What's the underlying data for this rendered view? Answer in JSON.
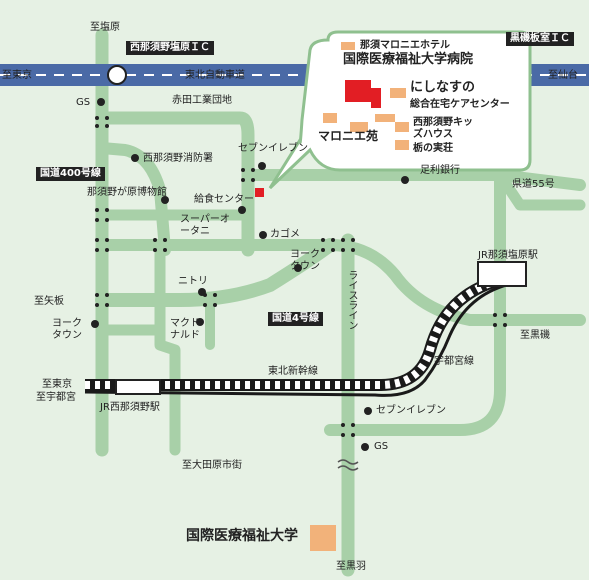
{
  "directions": {
    "north_shiobara": "至塩原",
    "west_tokyo_top": "至東京",
    "east_sendai": "至仙台",
    "west_yaita": "至矢板",
    "east_kuroiso": "至黒磯",
    "west_tokyo_bottom": "至東京",
    "west_utsunomiya": "至宇都宮",
    "south_otawara": "至大田原市街",
    "south_kurobane": "至黒羽"
  },
  "highways": {
    "ic_nishinasuno": "西那須野塩原ＩＣ",
    "ic_kuroiso": "黒磯板室ＩＣ",
    "tohoku_expressway": "東北自動車道"
  },
  "roads": {
    "route400": "国道400号線",
    "route4": "国道4号線",
    "pref55": "県道55号",
    "rice_line": "ライスライン"
  },
  "rail": {
    "shinkansen": "東北新幹線",
    "utsunomiya_line": "宇都宮線",
    "station_nasushiobara": "JR那須塩原駅",
    "station_nishinasuno": "JR西那須野駅"
  },
  "places": {
    "gs_top": "GS",
    "akada_industrial": "赤田工業団地",
    "fire_station": "西那須野消防署",
    "museum": "那須野が原博物館",
    "food_center": "給食センター",
    "seven_top": "セブンイレブン",
    "ashikaga_bank": "足利銀行",
    "supermarket_otani": "スーパーオータニ",
    "kagome": "カゴメ",
    "yorktown_mid": "ヨークタウン",
    "nitori": "ニトリ",
    "yorktown_left": "ヨークタウン",
    "mcdonalds": "マクドナルド",
    "seven_bottom": "セブンイレブン",
    "gs_bottom": "GS"
  },
  "inset": {
    "hotel": "那須マロニエホテル",
    "hospital": "国際医療福祉大学病院",
    "nishinasu": "にしなすの",
    "care_center": "総合在宅ケアセンター",
    "kids_house": "西那須野キッズハウス",
    "tochi": "栃の実荘",
    "maronie": "マロニエ苑"
  },
  "university": "国際医療福祉大学",
  "colors": {
    "background": "#e6f1e4",
    "road": "#a8d0a8",
    "expressway": "#4a6aa6",
    "destination": "#e21e24",
    "facility": "#f2b27a",
    "rail": "#1a1a1a"
  },
  "icons": [
    "interchange-icon",
    "landmark-dot-icon",
    "destination-square-icon",
    "railway-icon",
    "map-break-icon"
  ]
}
